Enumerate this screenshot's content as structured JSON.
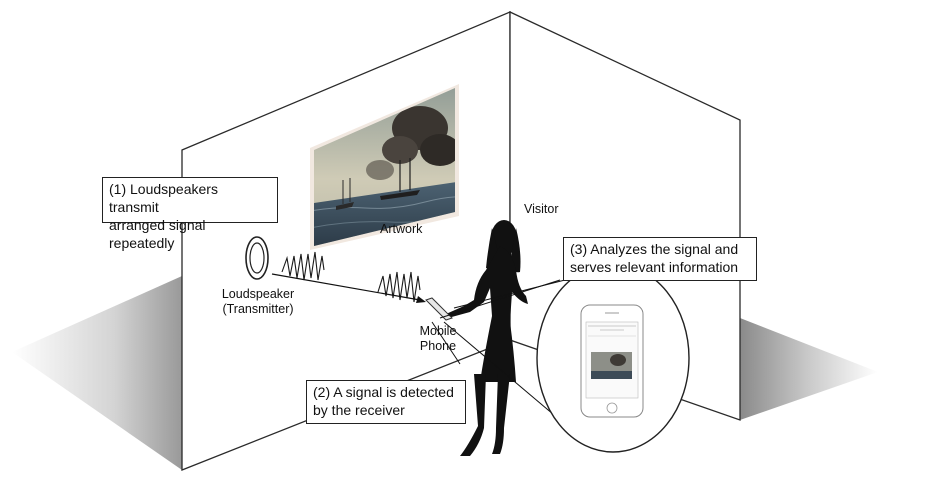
{
  "callouts": {
    "step1": {
      "line1": "(1) Loudspeakers transmit",
      "line2": "arranged signal repeatedly"
    },
    "step2": {
      "line1": "(2) A signal is detected",
      "line2": "by the receiver"
    },
    "step3": {
      "line1": "(3) Analyzes the signal and",
      "line2": "serves relevant information"
    }
  },
  "labels": {
    "artwork": "Artwork",
    "visitor": "Visitor",
    "loudspeaker": {
      "line1": "Loudspeaker",
      "line2": "(Transmitter)"
    },
    "mobile_phone": {
      "line1": "Mobile",
      "line2": "Phone"
    }
  },
  "colors": {
    "wall": "#ffffff",
    "wall_stroke": "#2a2a2a",
    "floor_shadow": "#9a9a9a",
    "silhouette": "#111111",
    "painting_sky": "#b9b9a6",
    "painting_sea": "#34485a",
    "painting_smoke": "#3a3530",
    "painting_frame": "#f1e8e0"
  }
}
